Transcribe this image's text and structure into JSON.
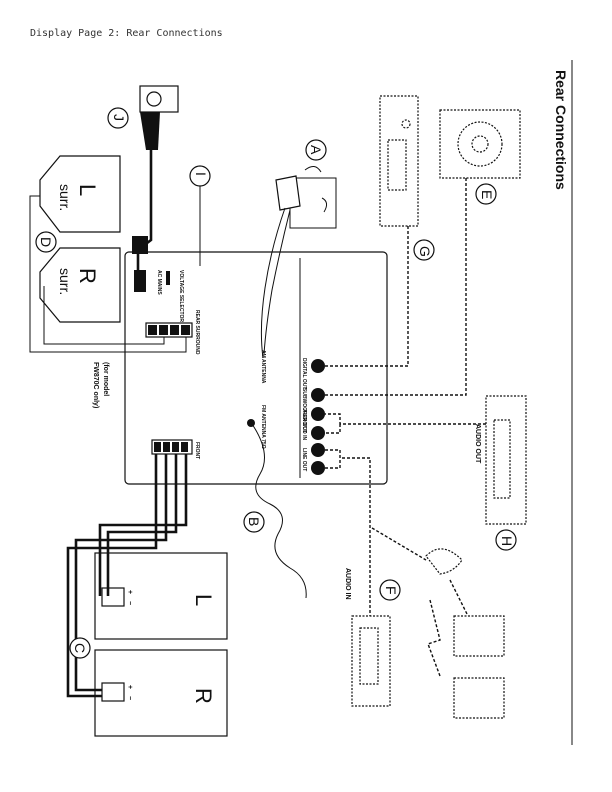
{
  "header": {
    "page_label": "Display Page 2: Rear Connections"
  },
  "title": "Rear Connections",
  "callouts": {
    "a": "A",
    "b": "B",
    "c": "C",
    "d": "D",
    "e": "E",
    "f": "F",
    "g": "G",
    "h": "H",
    "i": "I",
    "j": "J"
  },
  "panel": {
    "digital_out": "DIGITAL OUT",
    "subwoofer_out": "SUBWOOFER OUT",
    "am_antenna": "AM ANTENNA",
    "fm_antenna": "FM ANTENNA 75Ω",
    "audio_cd_in": "AUDIO/CD IN",
    "line_out": "LINE OUT",
    "l": "L",
    "r": "R",
    "front": "FRONT",
    "rear_surround": "REAR SURROUND",
    "voltage_selector": "VOLTAGE SELECTOR",
    "ac_mains": "AC MAINS",
    "plus": "+",
    "minus": "−"
  },
  "speakers": {
    "front_left": "L",
    "front_right": "R",
    "surround_left": [
      "L",
      "surr."
    ],
    "surround_right": [
      "R",
      "surr."
    ]
  },
  "note": [
    "(for model",
    "FW870C only)"
  ],
  "devices": {
    "audio_out": "AUDIO OUT",
    "audio_in": "AUDIO IN"
  }
}
